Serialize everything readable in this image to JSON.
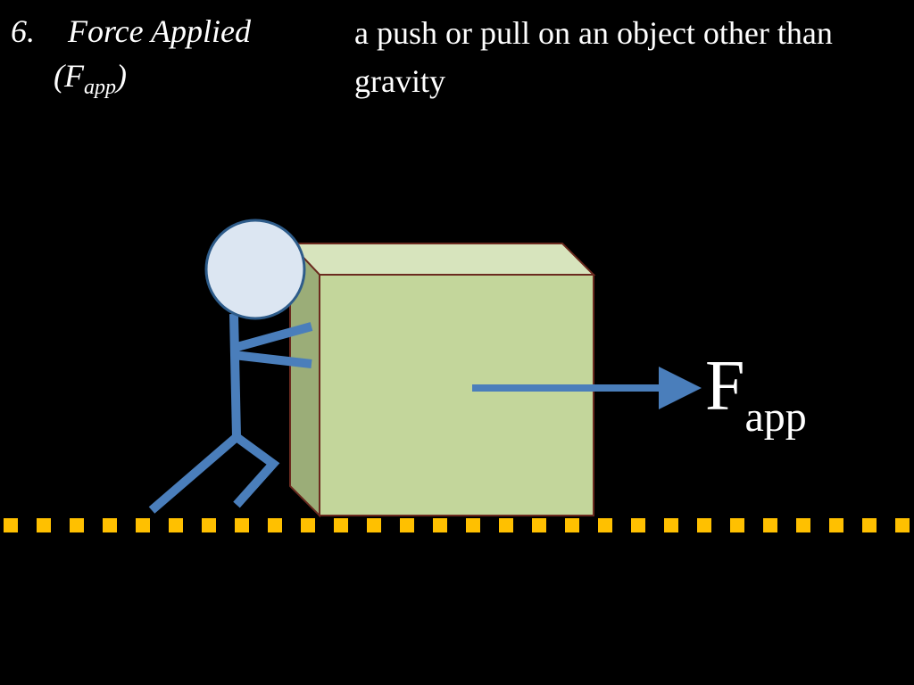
{
  "term": {
    "number": "6.",
    "name": "Force Applied",
    "symbol_open": "(F",
    "symbol_sub": "app",
    "symbol_close": ")"
  },
  "definition": {
    "text": "a push or pull on an object other than gravity"
  },
  "diagram": {
    "force_label_main": "F",
    "force_label_sub": "app",
    "colors": {
      "background": "#000000",
      "box_front": "#c3d69b",
      "box_top": "#d7e4bd",
      "box_side": "#9bad78",
      "box_edge": "#6b2a1f",
      "stick_figure": "#4a7ebb",
      "head_fill": "#dce6f2",
      "head_stroke": "#2e5c8a",
      "arrow": "#4a7ebb",
      "ground": "#ffc000"
    }
  }
}
